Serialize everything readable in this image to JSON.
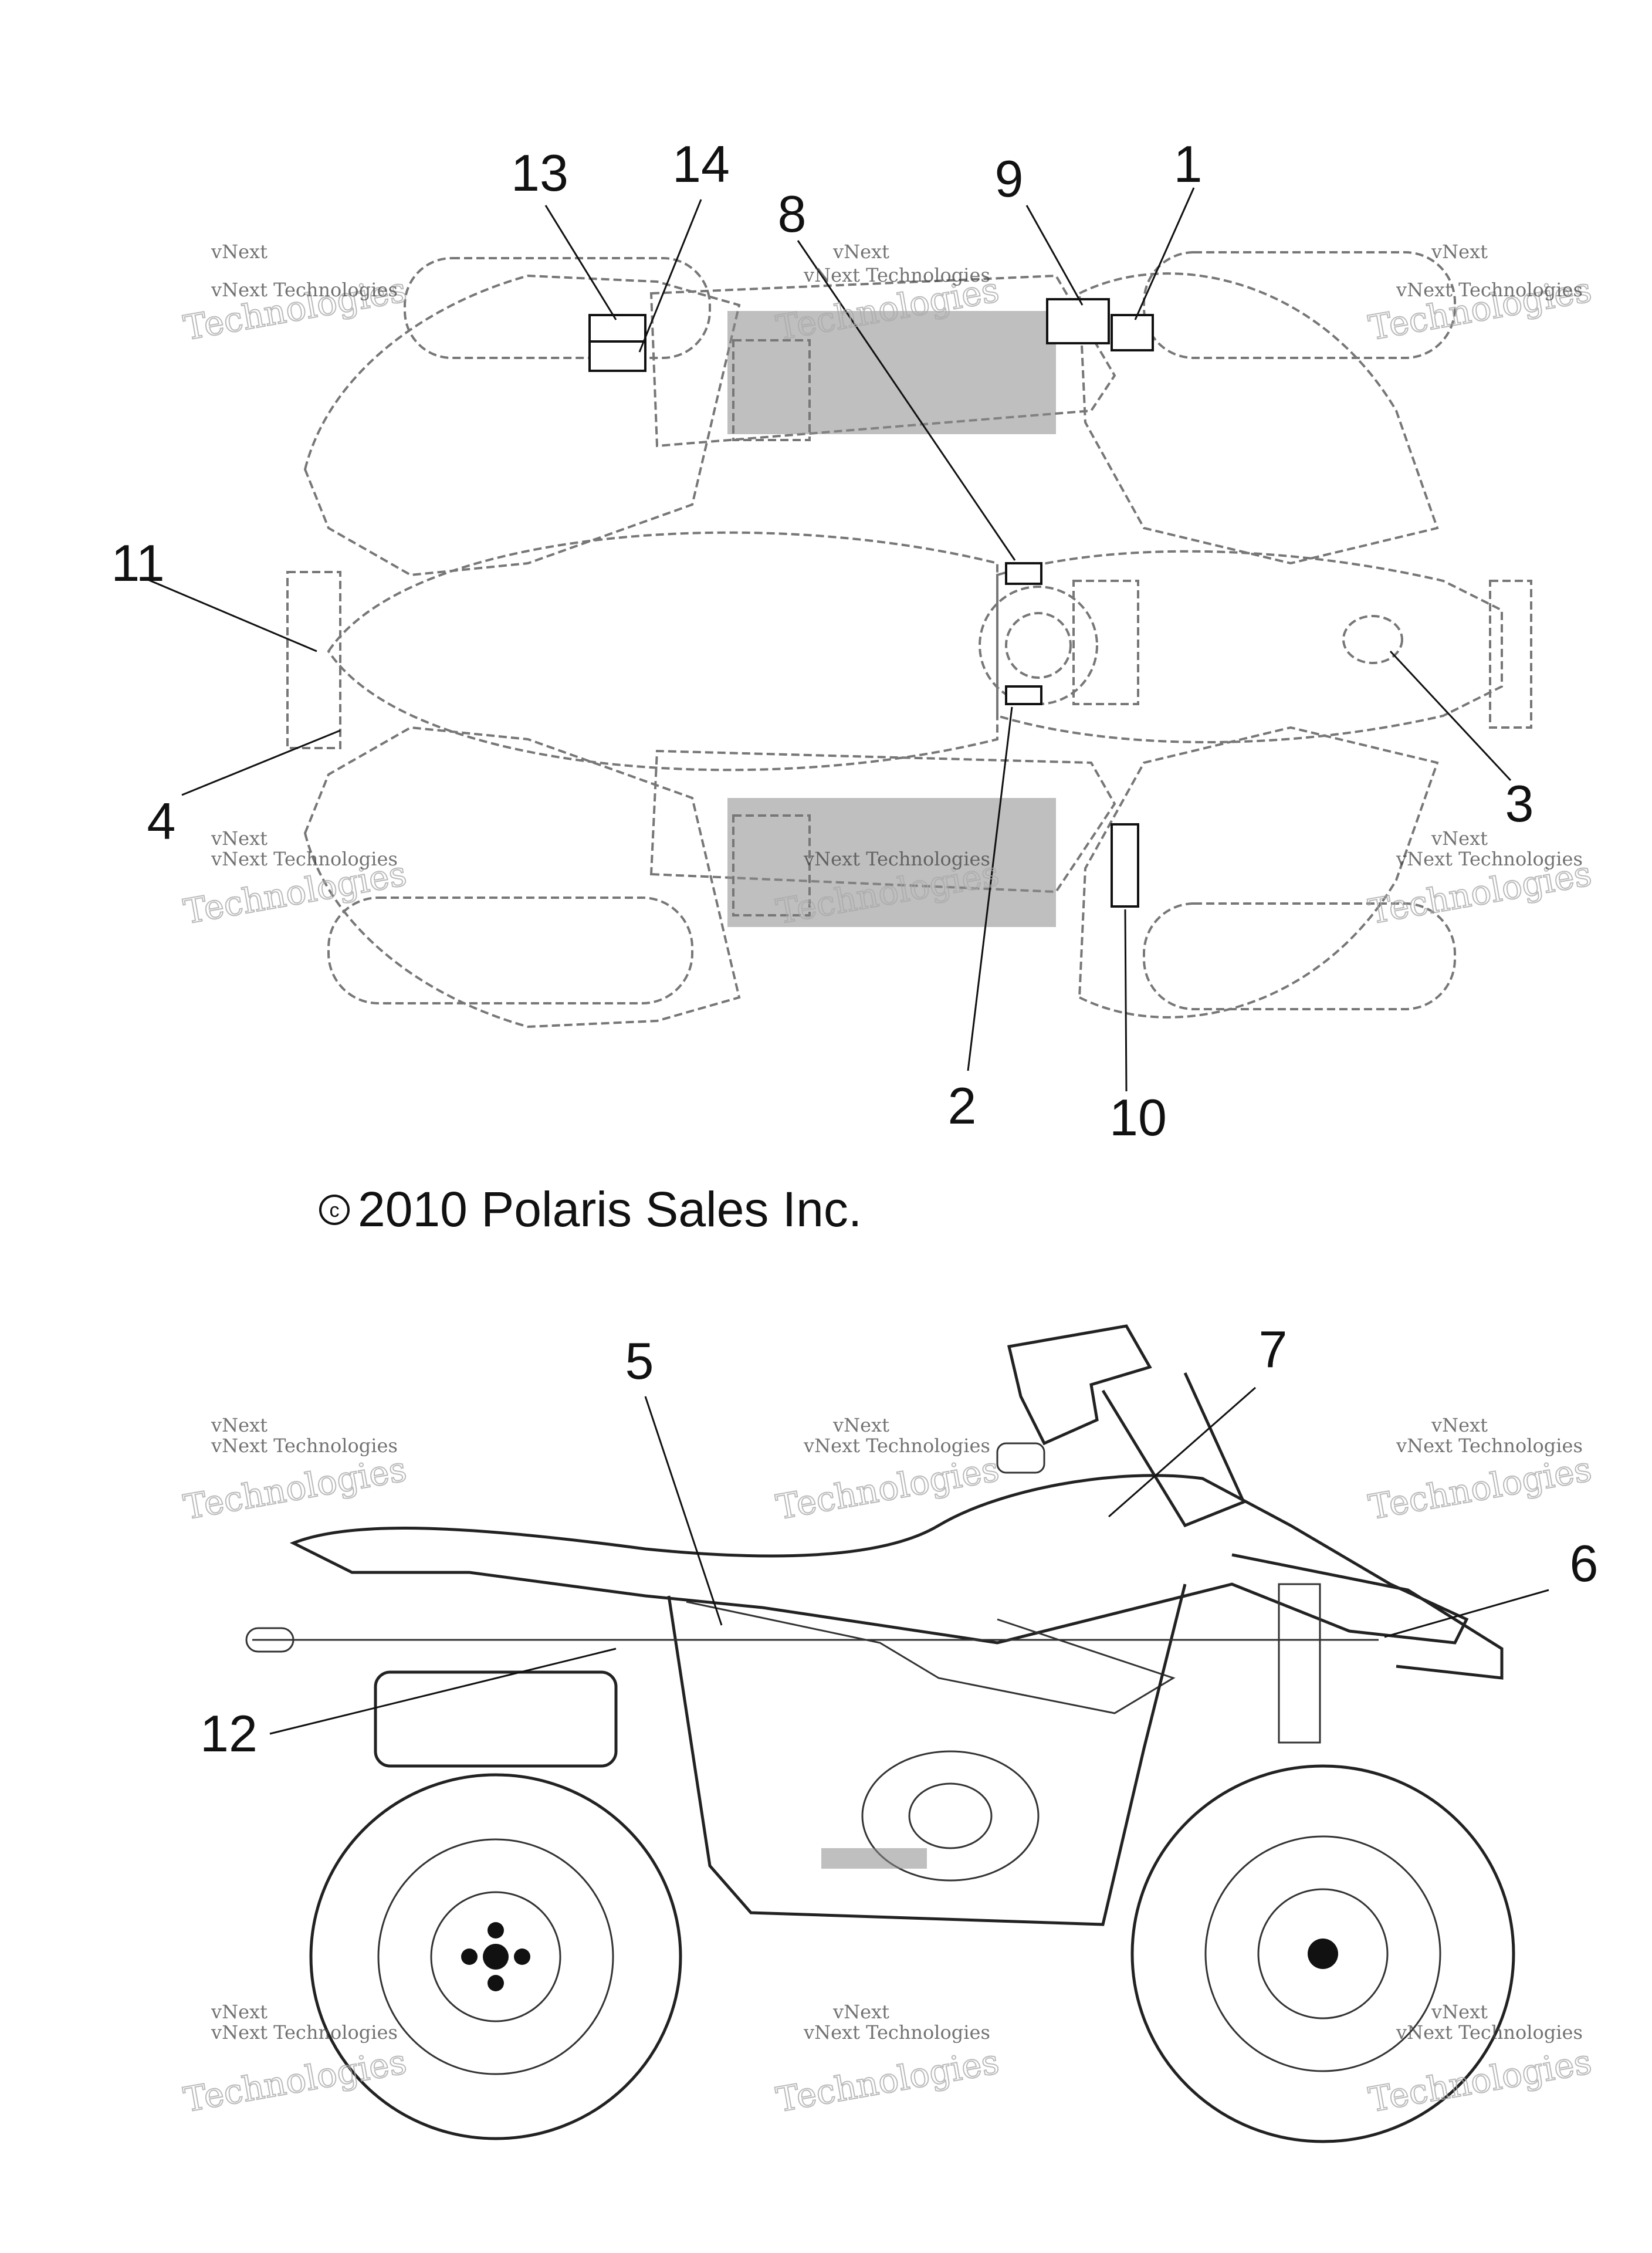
{
  "copyright": {
    "symbol": "c",
    "text": "2010 Polaris Sales Inc."
  },
  "watermark": {
    "small": "vNext Technologies",
    "small_top": "vNext",
    "large": "Technologies"
  },
  "callouts": {
    "c1": "1",
    "c2": "2",
    "c3": "3",
    "c4": "4",
    "c5": "5",
    "c6": "6",
    "c7": "7",
    "c8": "8",
    "c9": "9",
    "c10": "10",
    "c11": "11",
    "c12": "12",
    "c13": "13",
    "c14": "14"
  }
}
